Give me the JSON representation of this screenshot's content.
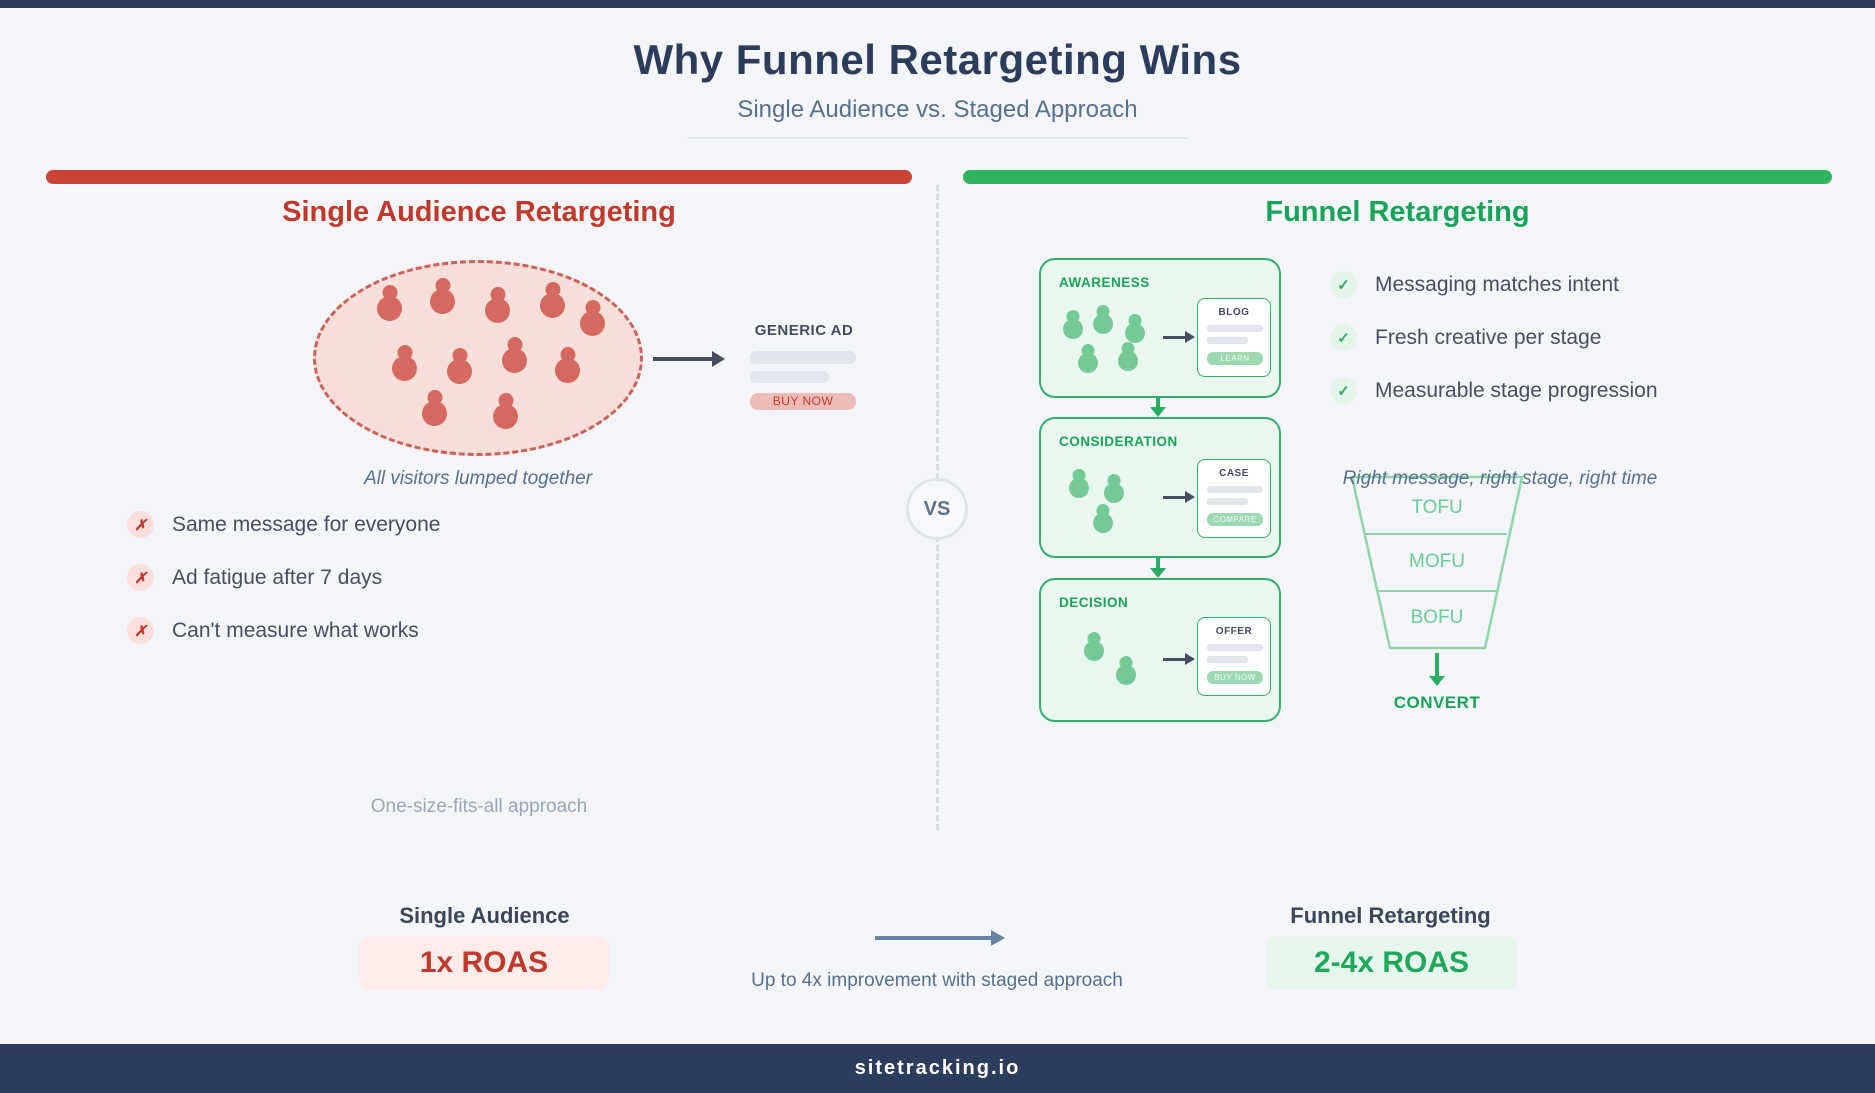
{
  "page": {
    "title": "Why Funnel Retargeting Wins",
    "subtitle": "Single Audience vs. Staged Approach",
    "vs_label": "VS",
    "footer": "sitetracking.io"
  },
  "icons": {
    "cross": "✗",
    "check": "✓"
  },
  "colors": {
    "accent_red": "#c0392b",
    "accent_green": "#27ae60",
    "navy": "#2b3c5c",
    "background": "#f3f5f9"
  },
  "left": {
    "heading": "Single Audience Retargeting",
    "audience_caption": "All visitors lumped together",
    "ad": {
      "title": "GENERIC AD",
      "cta": "BUY NOW"
    },
    "cons": [
      "Same message for everyone",
      "Ad fatigue after 7 days",
      "Can't measure what works"
    ],
    "footnote": "One-size-fits-all approach",
    "result": {
      "label": "Single Audience",
      "value": "1x ROAS"
    }
  },
  "right": {
    "heading": "Funnel Retargeting",
    "stages": [
      {
        "label": "AWARENESS",
        "card_title": "BLOG",
        "cta": "LEARN"
      },
      {
        "label": "CONSIDERATION",
        "card_title": "CASE",
        "cta": "COMPARE"
      },
      {
        "label": "DECISION",
        "card_title": "OFFER",
        "cta": "BUY NOW"
      }
    ],
    "pros": [
      "Messaging matches intent",
      "Fresh creative per stage",
      "Measurable stage progression"
    ],
    "funnel": {
      "caption": "Right message, right stage, right time",
      "levels": [
        "TOFU",
        "MOFU",
        "BOFU"
      ],
      "outcome": "CONVERT"
    },
    "result": {
      "label": "Funnel Retargeting",
      "value": "2-4x ROAS"
    }
  },
  "comparison": {
    "note": "Up to 4x improvement with staged approach"
  }
}
